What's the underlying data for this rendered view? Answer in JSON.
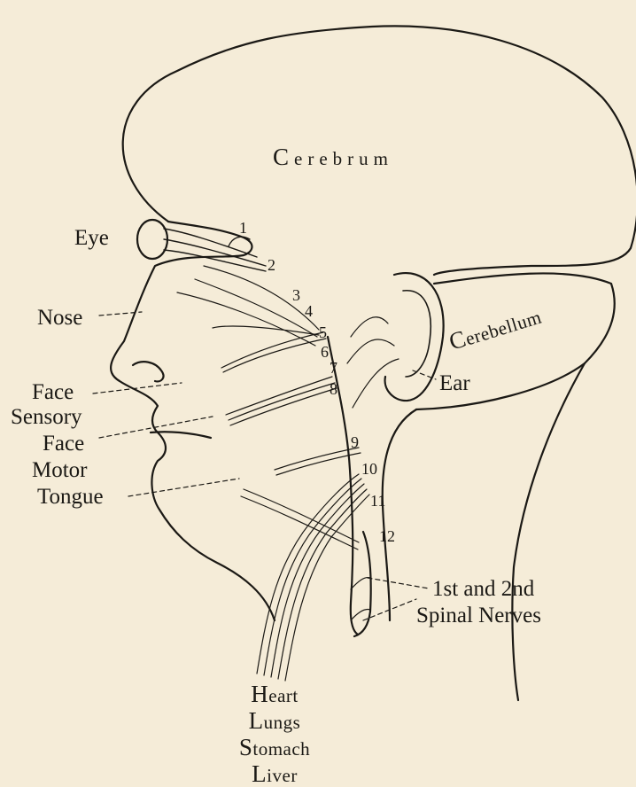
{
  "regions": {
    "cerebrum": "Cerebrum",
    "cerebellum": "Cerebellum"
  },
  "organs": {
    "eye": "Eye",
    "nose": "Nose",
    "ear": "Ear",
    "face_sensory_line1": "Face",
    "face_sensory_line2": "Sensory",
    "face_motor_line1": "Face",
    "face_motor_line2": "Motor",
    "tongue": "Tongue"
  },
  "nerve_numbers": [
    "1",
    "2",
    "3",
    "4",
    "5",
    "6",
    "7",
    "8",
    "9",
    "10",
    "11",
    "12"
  ],
  "spinal": {
    "line1": "1st and 2nd",
    "line2": "Spinal Nerves"
  },
  "viscera": [
    "Heart",
    "Lungs",
    "Stomach",
    "Liver"
  ]
}
